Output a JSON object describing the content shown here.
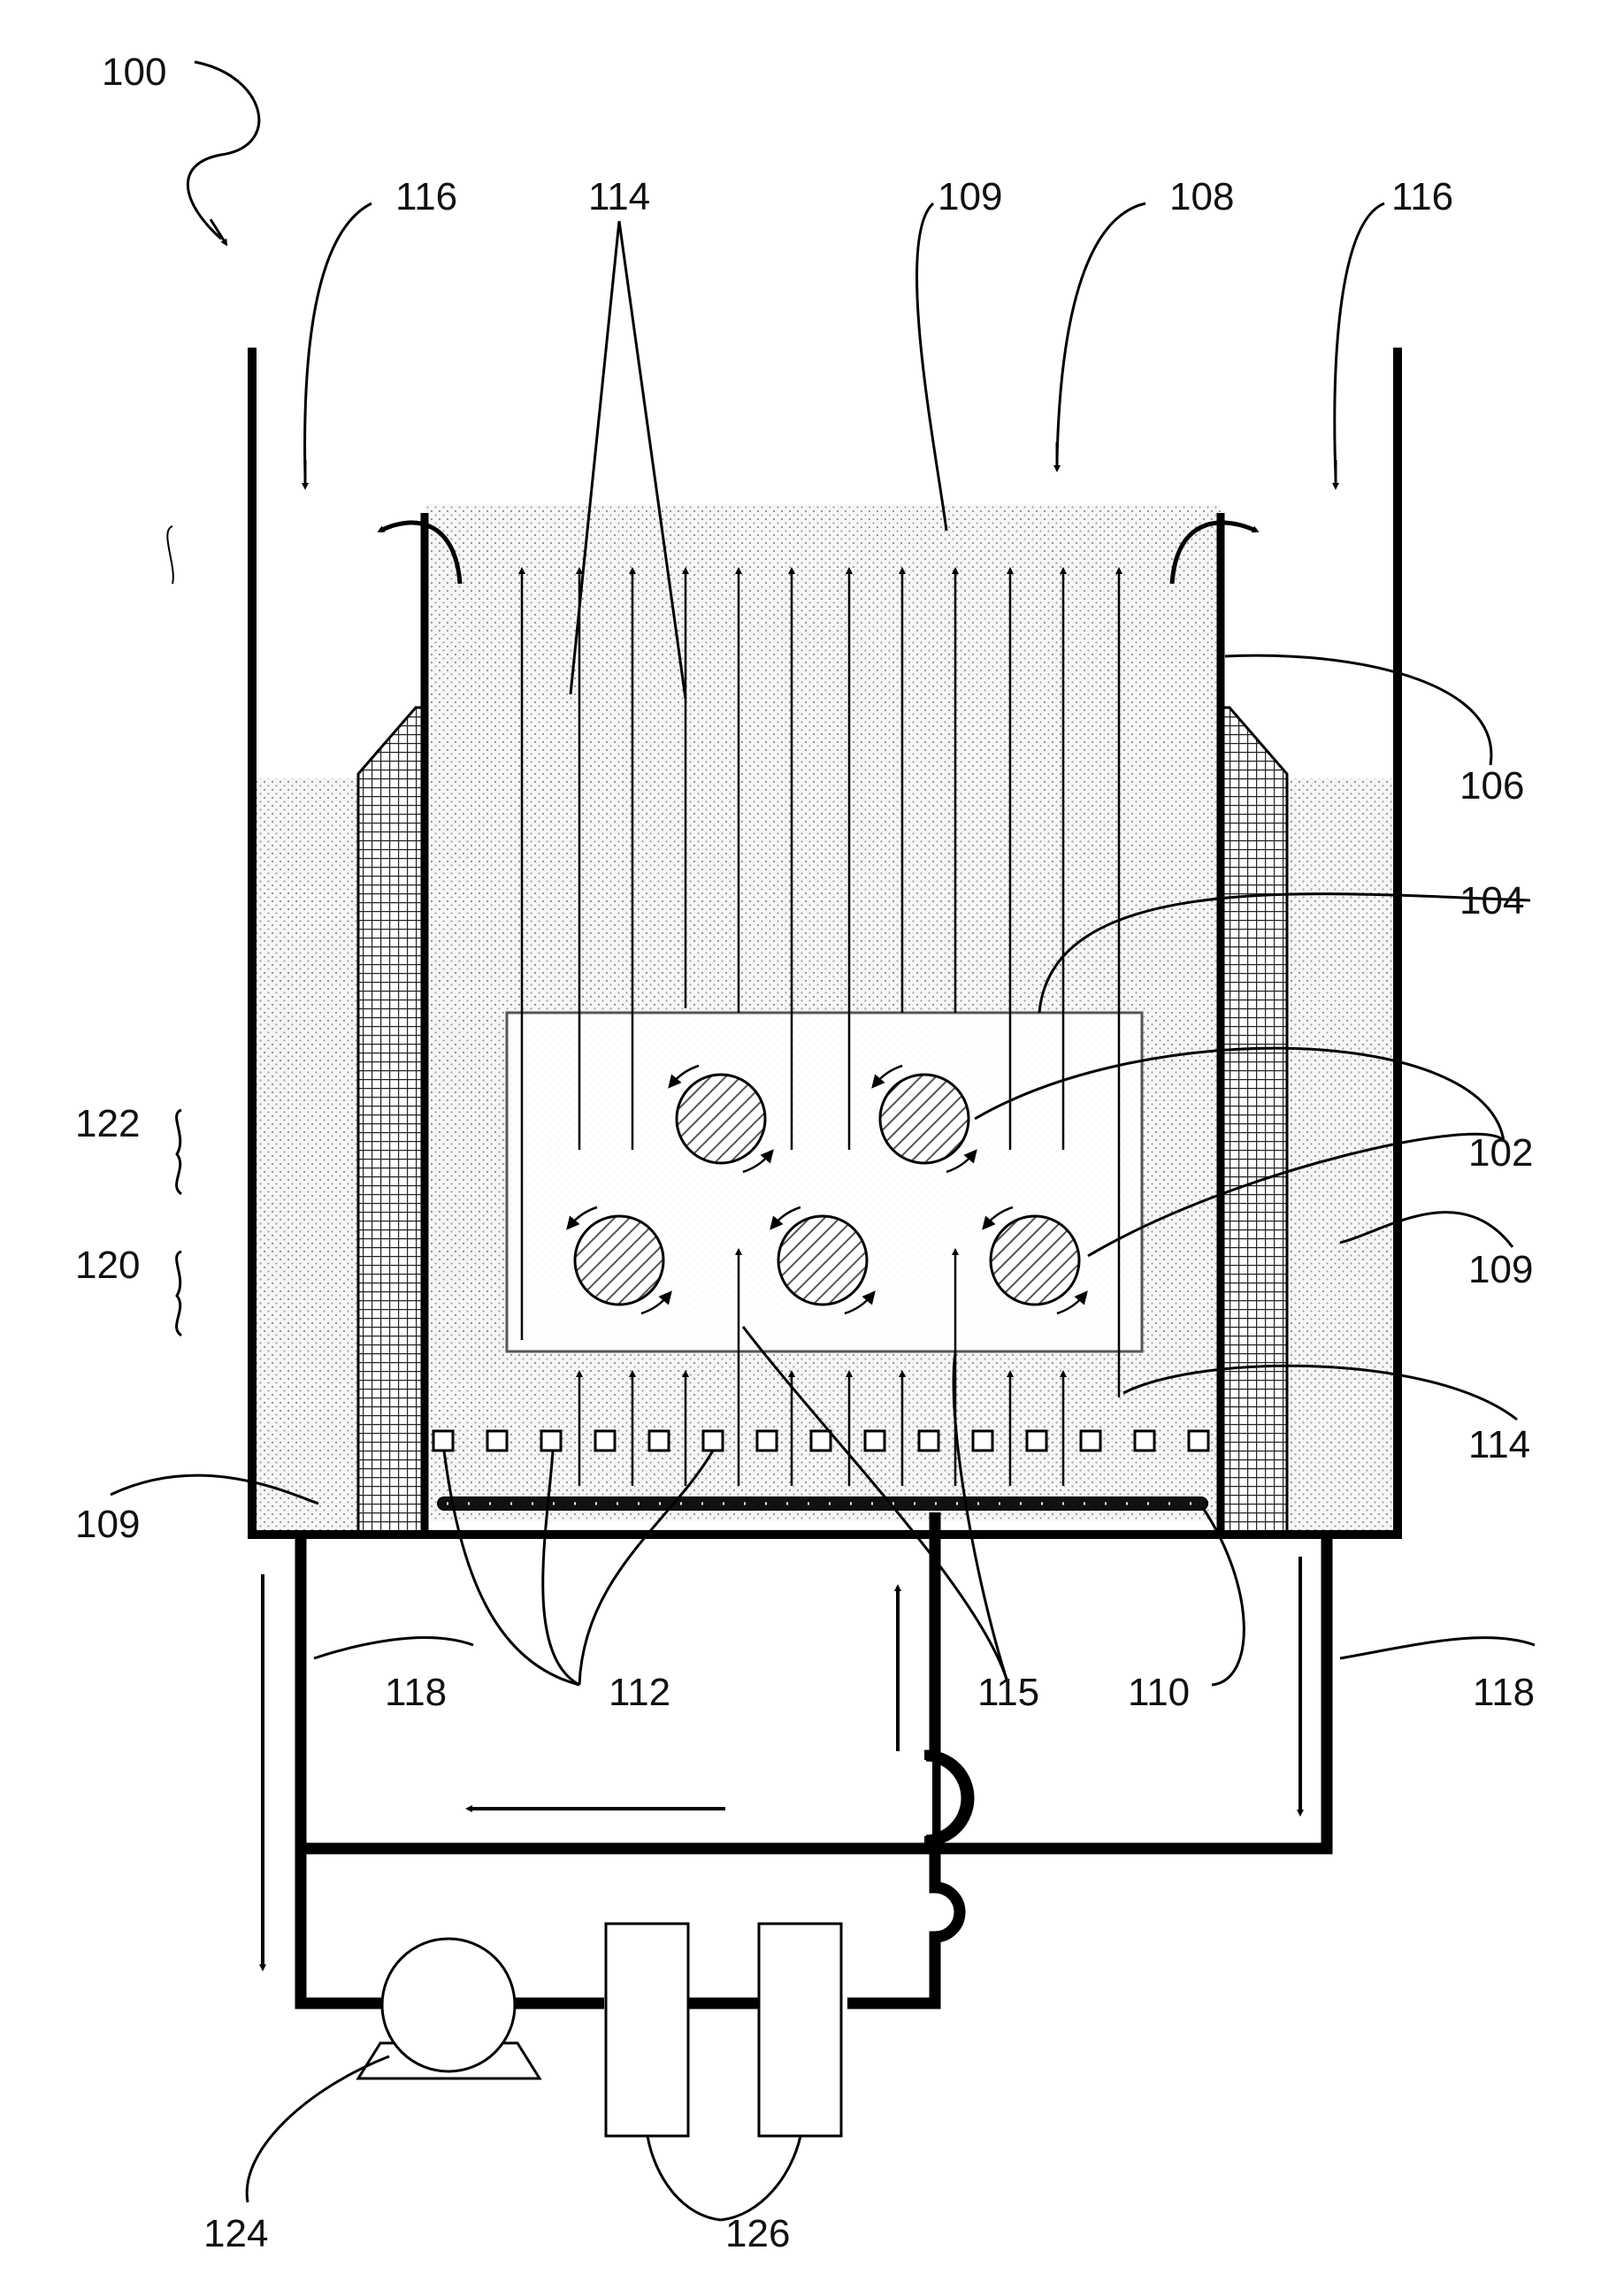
{
  "labels": {
    "l100": "100",
    "l116a": "116",
    "l114top": "114",
    "l109top": "109",
    "l108": "108",
    "l116b": "116",
    "l106": "106",
    "l104": "104",
    "l102": "102",
    "l109right": "109",
    "l114right": "114",
    "l122": "122",
    "l120": "120",
    "l109left": "109",
    "l118left": "118",
    "l112": "112",
    "l115": "115",
    "l110": "110",
    "l118right": "118",
    "l124": "124",
    "l126": "126"
  },
  "colors": {
    "line": "#000000",
    "fluid_dots": "#8c8c8c",
    "background": "#ffffff"
  }
}
